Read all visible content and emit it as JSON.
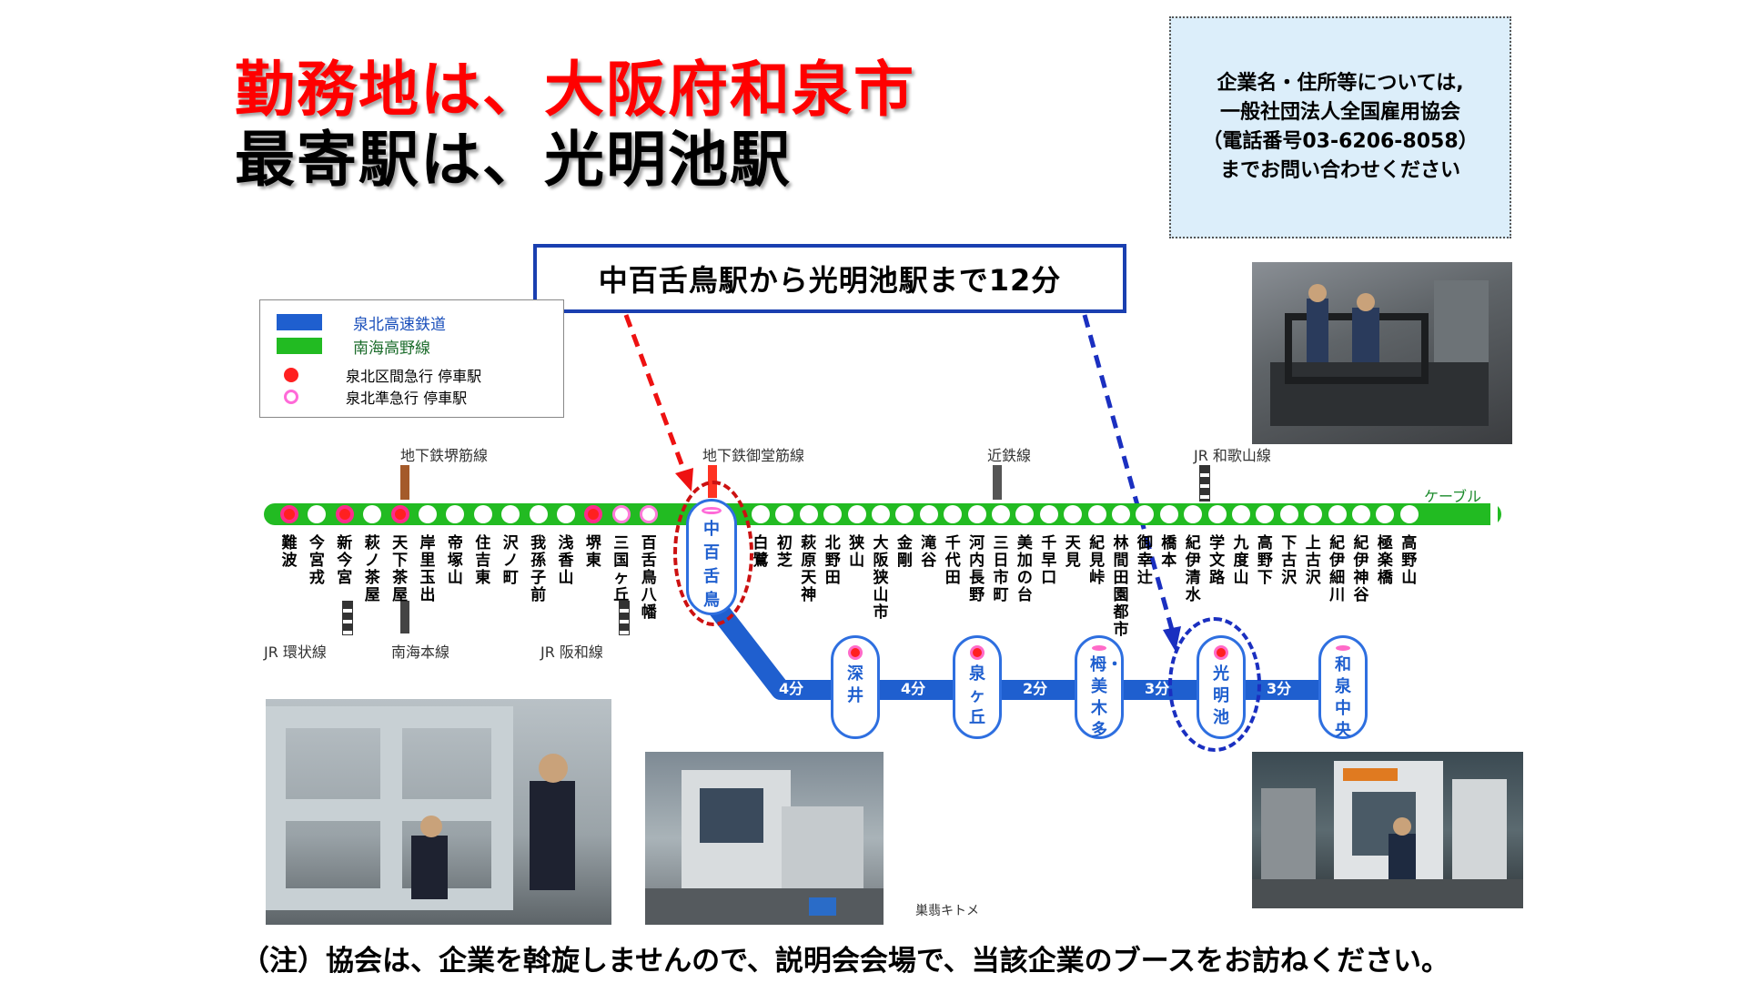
{
  "title": {
    "line1": "勤務地は、大阪府和泉市",
    "line2": "最寄駅は、光明池駅"
  },
  "info_box": {
    "lines": [
      "企業名・住所等については,",
      "一般社団法人全国雇用協会",
      "（電話番号03-6206-8058）",
      "までお問い合わせください"
    ]
  },
  "callout": "中百舌鳥駅から光明池駅まで12分",
  "legend": {
    "items": [
      {
        "label": "泉北高速鉄道",
        "color": "#1f5fcf"
      },
      {
        "label": "南海高野線",
        "color": "#22bb22"
      },
      {
        "label": "泉北区間急行 停車駅"
      },
      {
        "label": "泉北準急行 停車駅"
      }
    ]
  },
  "connecting_lines": {
    "sakaisuji": "地下鉄堺筋線",
    "midosuji": "地下鉄御堂筋線",
    "kintetsu": "近鉄線",
    "jr_wakayama": "JR 和歌山線",
    "cable": "ケーブル",
    "jr_loop": "JR 環状線",
    "nankai_main": "南海本線",
    "jr_hanwa": "JR 阪和線"
  },
  "stations": [
    "難波",
    "今宮戎",
    "新今宮",
    "萩ノ茶屋",
    "天下茶屋",
    "岸里玉出",
    "帝塚山",
    "住吉東",
    "沢ノ町",
    "我孫子前",
    "浅香山",
    "堺東",
    "三国ヶ丘",
    "百舌鳥八幡",
    "白鷺",
    "初芝",
    "萩原天神",
    "北野田",
    "狭山",
    "大阪狭山市",
    "金剛",
    "滝谷",
    "千代田",
    "河内長野",
    "三日市町",
    "美加の台",
    "千早口",
    "天見",
    "紀見峠",
    "林間田園都市",
    "御幸辻",
    "橋本",
    "紀伊清水",
    "学文路",
    "九度山",
    "高野下",
    "下古沢",
    "上古沢",
    "紀伊細川",
    "紀伊神谷",
    "極楽橋",
    "高野山"
  ],
  "transfer_station": "中百舌鳥",
  "branch": {
    "stations": [
      "深井",
      "泉ヶ丘",
      "栂・美木多",
      "光明池",
      "和泉中央"
    ],
    "times": [
      "4分",
      "4分",
      "2分",
      "3分",
      "3分"
    ]
  },
  "colors": {
    "title_red": "#ff0000",
    "senboku_blue": "#1f5fcf",
    "koya_green": "#22bb22",
    "callout_border": "#1a3fb0",
    "info_bg": "#dceefa"
  },
  "note": "（注）協会は、企業を斡旋しませんので、説明会会場で、当該企業のブースをお訪ねください。",
  "small_caption": "巣翡キトメ"
}
